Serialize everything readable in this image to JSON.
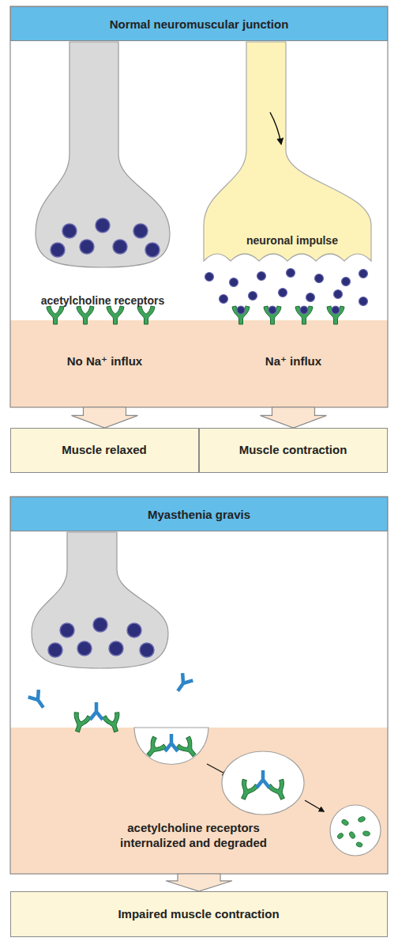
{
  "diagram": {
    "nodes": [
      {
        "text": [
          "Normal neuromuscular junction"
        ]
      },
      {
        "text": [
          "No Na⁺ influx"
        ]
      },
      {
        "text": [
          "Na⁺ influx"
        ]
      },
      {
        "text": [
          "Muscle relaxed"
        ]
      },
      {
        "text": [
          "Muscle contraction"
        ]
      },
      {
        "text": [
          "Myasthenia gravis"
        ]
      },
      {
        "text": [
          "acetylcholine receptors internalized and degraded"
        ]
      },
      {
        "text": [
          "Impaired muscle contraction"
        ]
      }
    ],
    "edges": [
      {
        "from": 1,
        "to": 3,
        "arrow": "to"
      },
      {
        "from": 2,
        "to": 4,
        "arrow": "to"
      },
      {
        "from": 6,
        "to": 7,
        "arrow": "to"
      }
    ],
    "labels": [
      "acetylcholine receptors",
      "neuronal impulse"
    ]
  }
}
